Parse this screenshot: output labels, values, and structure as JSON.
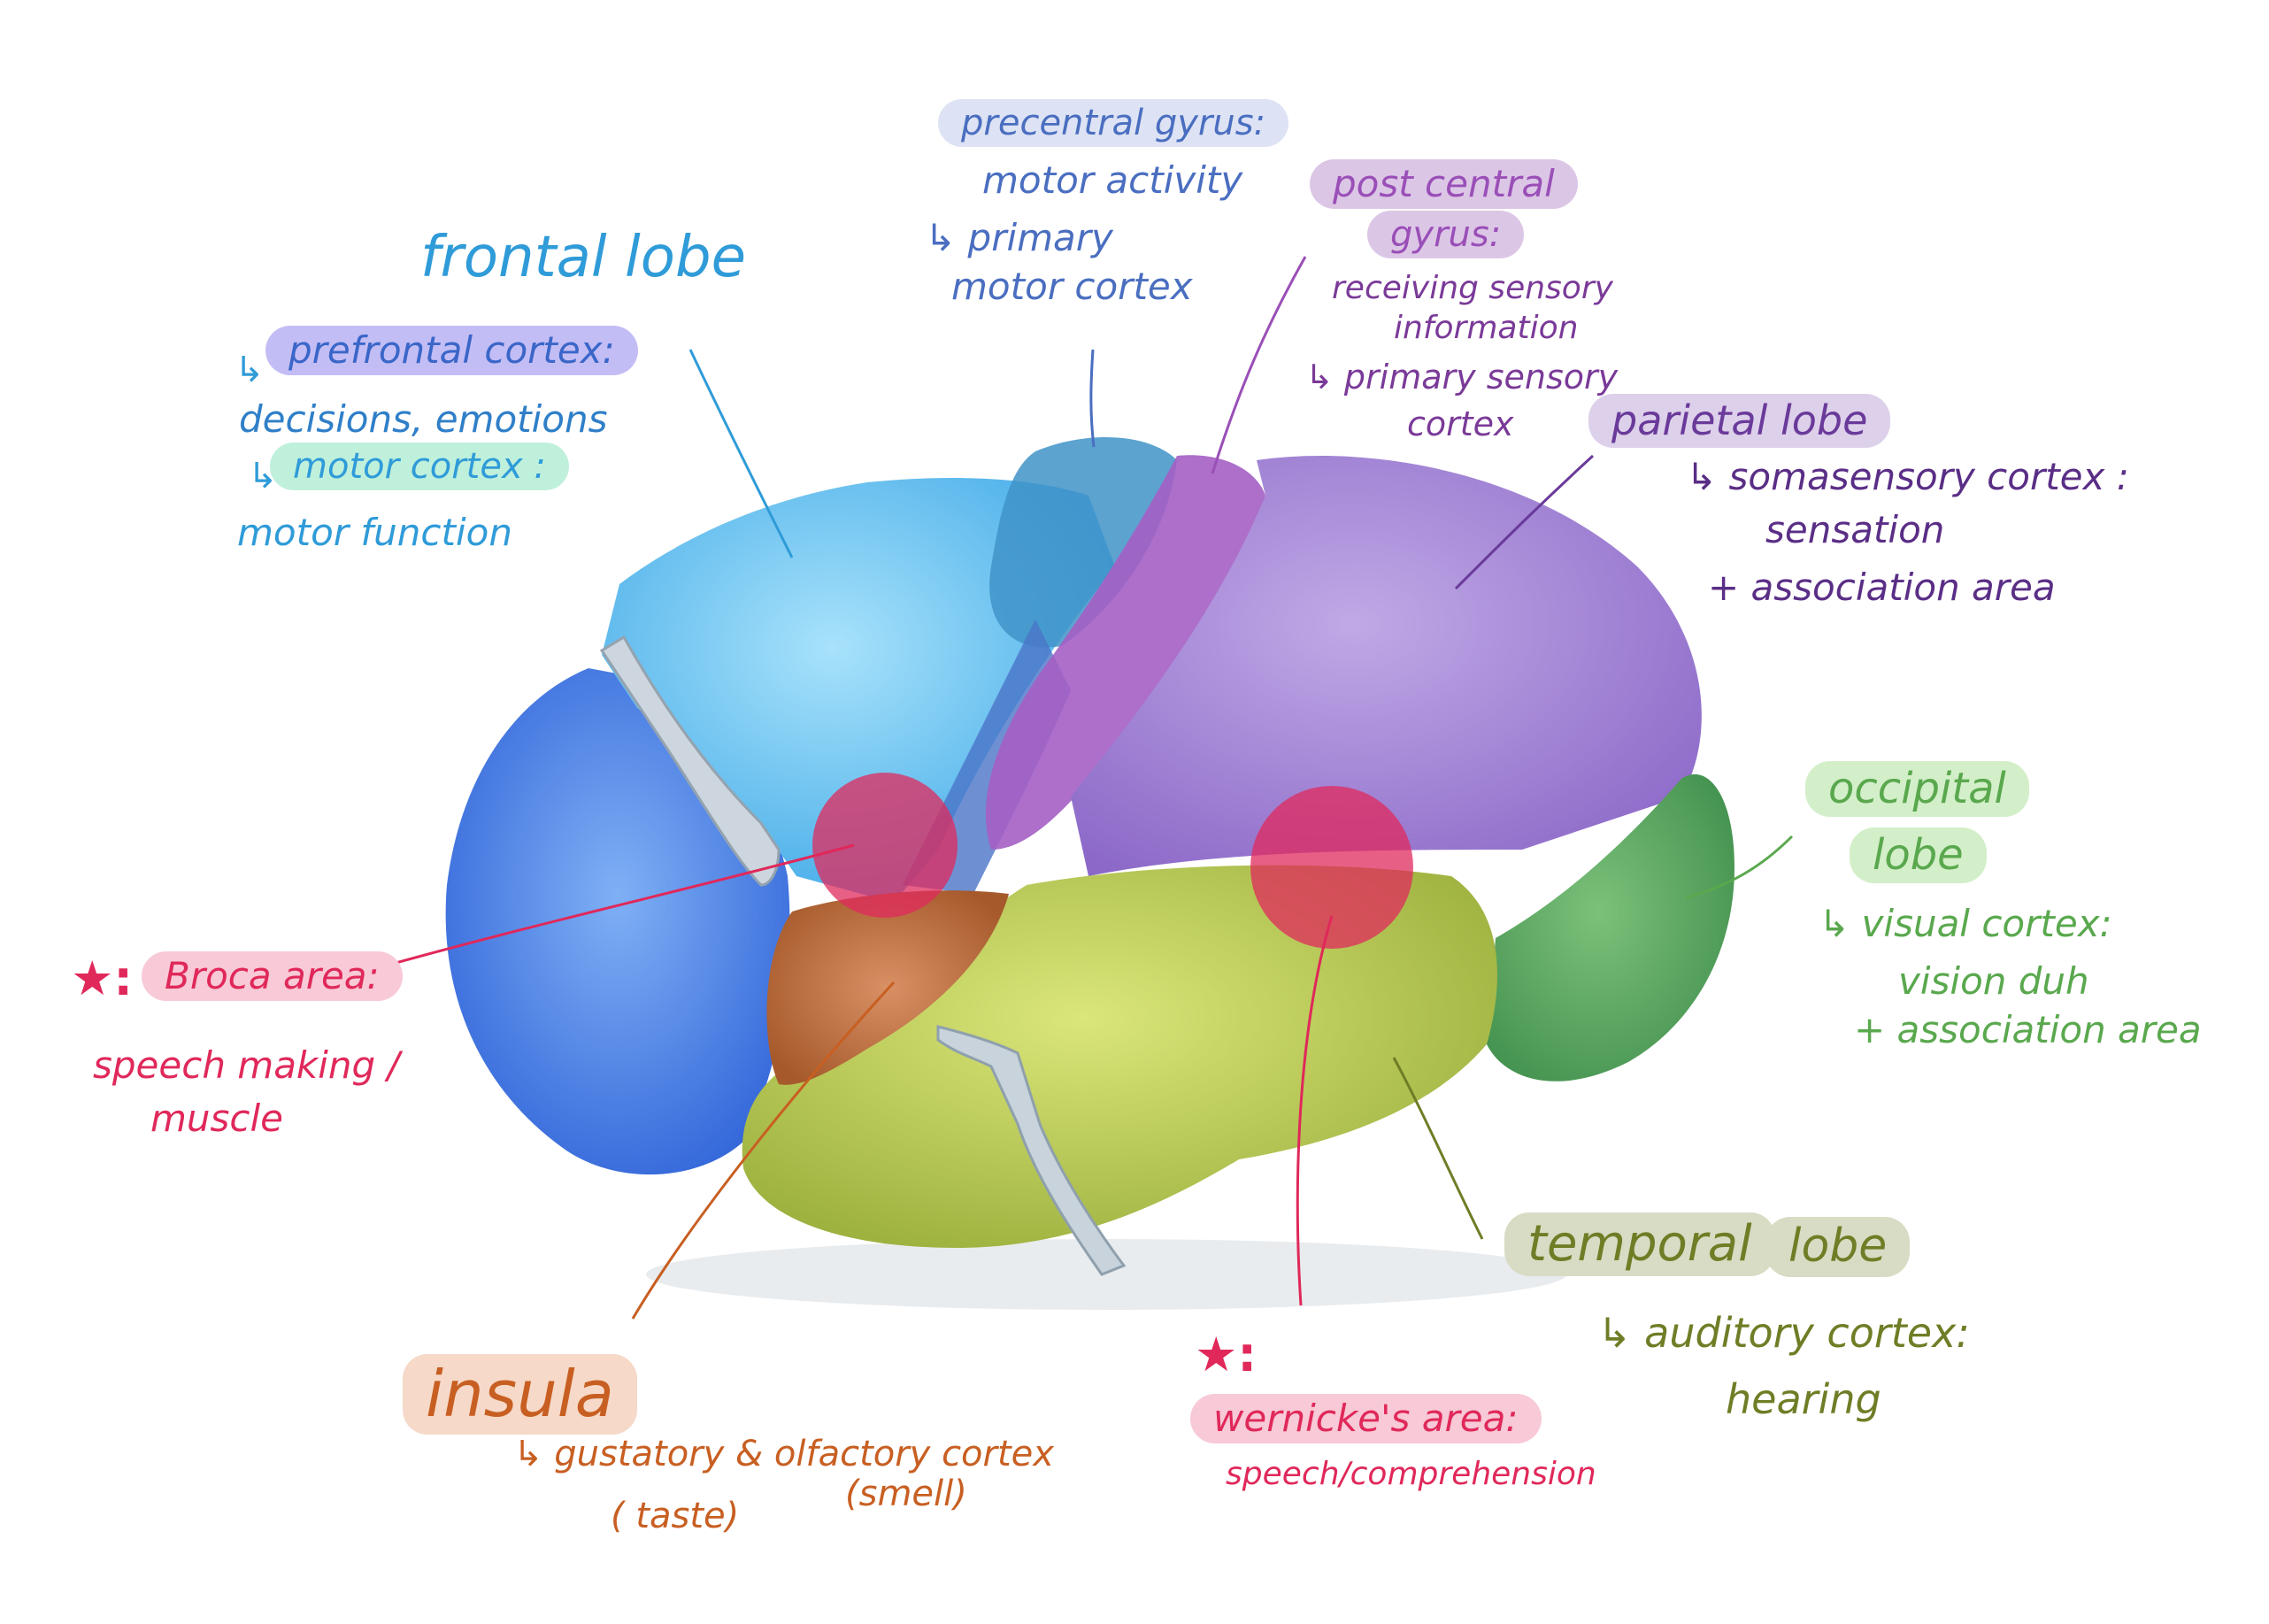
{
  "colors": {
    "frontal": "#4fb6ea",
    "frontal_text": "#2f9bd8",
    "prefrontal": "#3f7fe0",
    "precentral": "#4a6ec0",
    "postcentral": "#9a4fb7",
    "parietal": "#6a3a9a",
    "occipital": "#5aa84e",
    "temporal": "#6f7d26",
    "insula": "#c85f22",
    "speech": "#e0285a",
    "hl_prefrontal": "#c3bdf5",
    "hl_motor": "#bff0dc",
    "hl_precentral": "#dde3f4",
    "hl_postcentral": "#dcc6e6",
    "hl_parietal": "#ddd0ea",
    "hl_occipital": "#d3efc9",
    "hl_temporal": "#d8dcc4",
    "hl_insula": "#f6d9c8",
    "hl_speech": "#f8c9d6"
  },
  "labels": {
    "frontal": {
      "title": "frontal lobe",
      "prefrontal_arrow": "↳",
      "prefrontal": "prefrontal cortex:",
      "prefrontal_desc": "decisions, emotions",
      "motor_arrow": "↳",
      "motor": "motor cortex :",
      "motor_desc": "motor function"
    },
    "precentral": {
      "title": "precentral gyrus:",
      "desc": "motor activity",
      "sub": "↳ primary",
      "sub2": "motor cortex"
    },
    "postcentral": {
      "title1": "post central",
      "title2": "gyrus:",
      "desc1": "receiving sensory",
      "desc2": "information",
      "sub1": "↳ primary sensory",
      "sub2": "cortex"
    },
    "parietal": {
      "title": "parietal lobe",
      "sub": "↳ somasensory cortex :",
      "desc": "sensation",
      "extra": "+ association area"
    },
    "occipital": {
      "title1": "occipital",
      "title2": "lobe",
      "sub": "↳ visual cortex:",
      "desc": "vision duh",
      "extra": "+ association area"
    },
    "temporal": {
      "title1": "temporal",
      "title2": "lobe",
      "sub": "↳ auditory cortex:",
      "desc": "hearing"
    },
    "insula": {
      "title": "insula",
      "sub": "↳ gustatory & olfactory cortex",
      "taste": "( taste)",
      "smell": "(smell)"
    },
    "broca": {
      "star": "★:",
      "title": "Broca area:",
      "desc1": "speech making /",
      "desc2": "muscle"
    },
    "wernicke": {
      "star": "★:",
      "title": "wernicke's area:",
      "desc": "speech/comprehension"
    }
  }
}
